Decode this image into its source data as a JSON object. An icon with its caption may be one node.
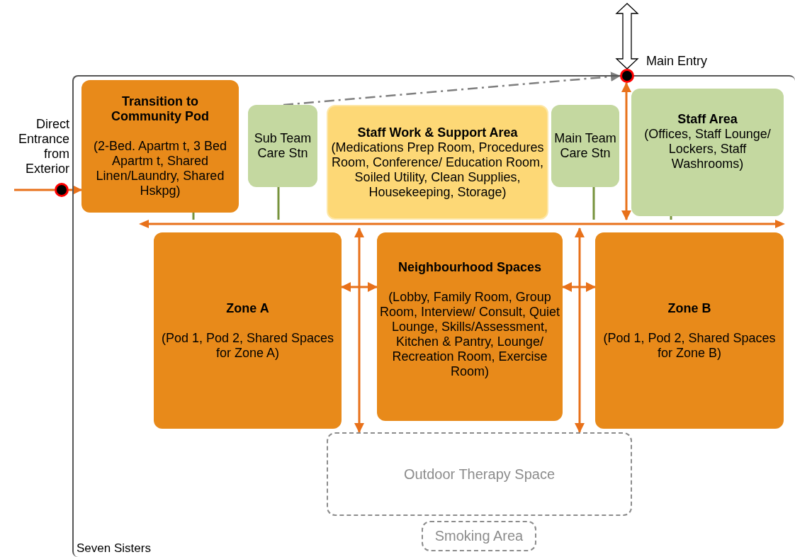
{
  "diagram": {
    "nodes": [
      {
        "text": [
          "Seven Sisters"
        ]
      },
      {
        "text": [
          "Transition to Community Pod",
          "(2-Bed. Apartm t, 3 Bed Apartm t, Shared Linen/Laundry, Shared Hskpg)"
        ],
        "in": 0
      },
      {
        "text": [
          "Sub Team Care Stn"
        ],
        "in": 0
      },
      {
        "text": [
          "Staff Work & Support Area",
          "(Medications Prep Room, Procedures Room, Conference/ Education Room, Soiled Utility, Clean Supplies, Housekeeping, Storage)"
        ],
        "in": 0
      },
      {
        "text": [
          "Main Team Care Stn"
        ],
        "in": 0
      },
      {
        "text": [
          "Staff Area",
          "(Offices, Staff Lounge/ Lockers, Staff Washrooms)"
        ],
        "in": 0
      },
      {
        "text": [
          "Zone A",
          "(Pod 1, Pod 2, Shared Spaces for Zone A)"
        ],
        "in": 0
      },
      {
        "text": [
          "Neighbourhood Spaces",
          "(Lobby, Family Room, Group Room, Interview/ Consult, Quiet Lounge, Skills/Assessment, Kitchen & Pantry, Lounge/ Recreation Room, Exercise Room)"
        ],
        "in": 0
      },
      {
        "text": [
          "Zone B",
          "(Pod 1, Pod 2, Shared Spaces for Zone B)"
        ],
        "in": 0
      },
      {
        "text": [
          "Outdoor Therapy Space"
        ],
        "in": 0
      },
      {
        "text": [
          "Smoking Area"
        ],
        "in": 0
      },
      {
        "text": [],
        "shape": "bar",
        "in": 0
      },
      {
        "text": [],
        "shape": "circle",
        "beside": [
          "Direct Entrance from Exterior"
        ]
      },
      {
        "text": [],
        "shape": "circle",
        "beside": [
          "Main Entry"
        ]
      }
    ],
    "edges": [
      {
        "from": null,
        "to": 12,
        "arrow": "none"
      },
      {
        "from": 12,
        "to": 1,
        "arrow": "to"
      },
      {
        "from": 2,
        "to": 13,
        "arrow": "to",
        "style": "dashed",
        "color": "#7f7f7f"
      },
      {
        "from": null,
        "to": 13,
        "arrow": "both",
        "style": "thick",
        "color": "#000000"
      },
      {
        "from": 1,
        "to": 11,
        "arrow": "none",
        "color": "#77933c"
      },
      {
        "from": 2,
        "to": 11,
        "arrow": "none",
        "color": "#77933c"
      },
      {
        "from": 4,
        "to": 11,
        "arrow": "none",
        "color": "#77933c"
      },
      {
        "from": 5,
        "to": 11,
        "arrow": "none",
        "color": "#77933c"
      },
      {
        "from": 11,
        "to": 13,
        "arrow": "both"
      },
      {
        "from": 11,
        "to": 9,
        "arrow": "both"
      },
      {
        "from": 11,
        "to": 9,
        "arrow": "both"
      },
      {
        "from": 6,
        "to": 7,
        "arrow": "both"
      },
      {
        "from": 7,
        "to": 8,
        "arrow": "both"
      }
    ]
  }
}
